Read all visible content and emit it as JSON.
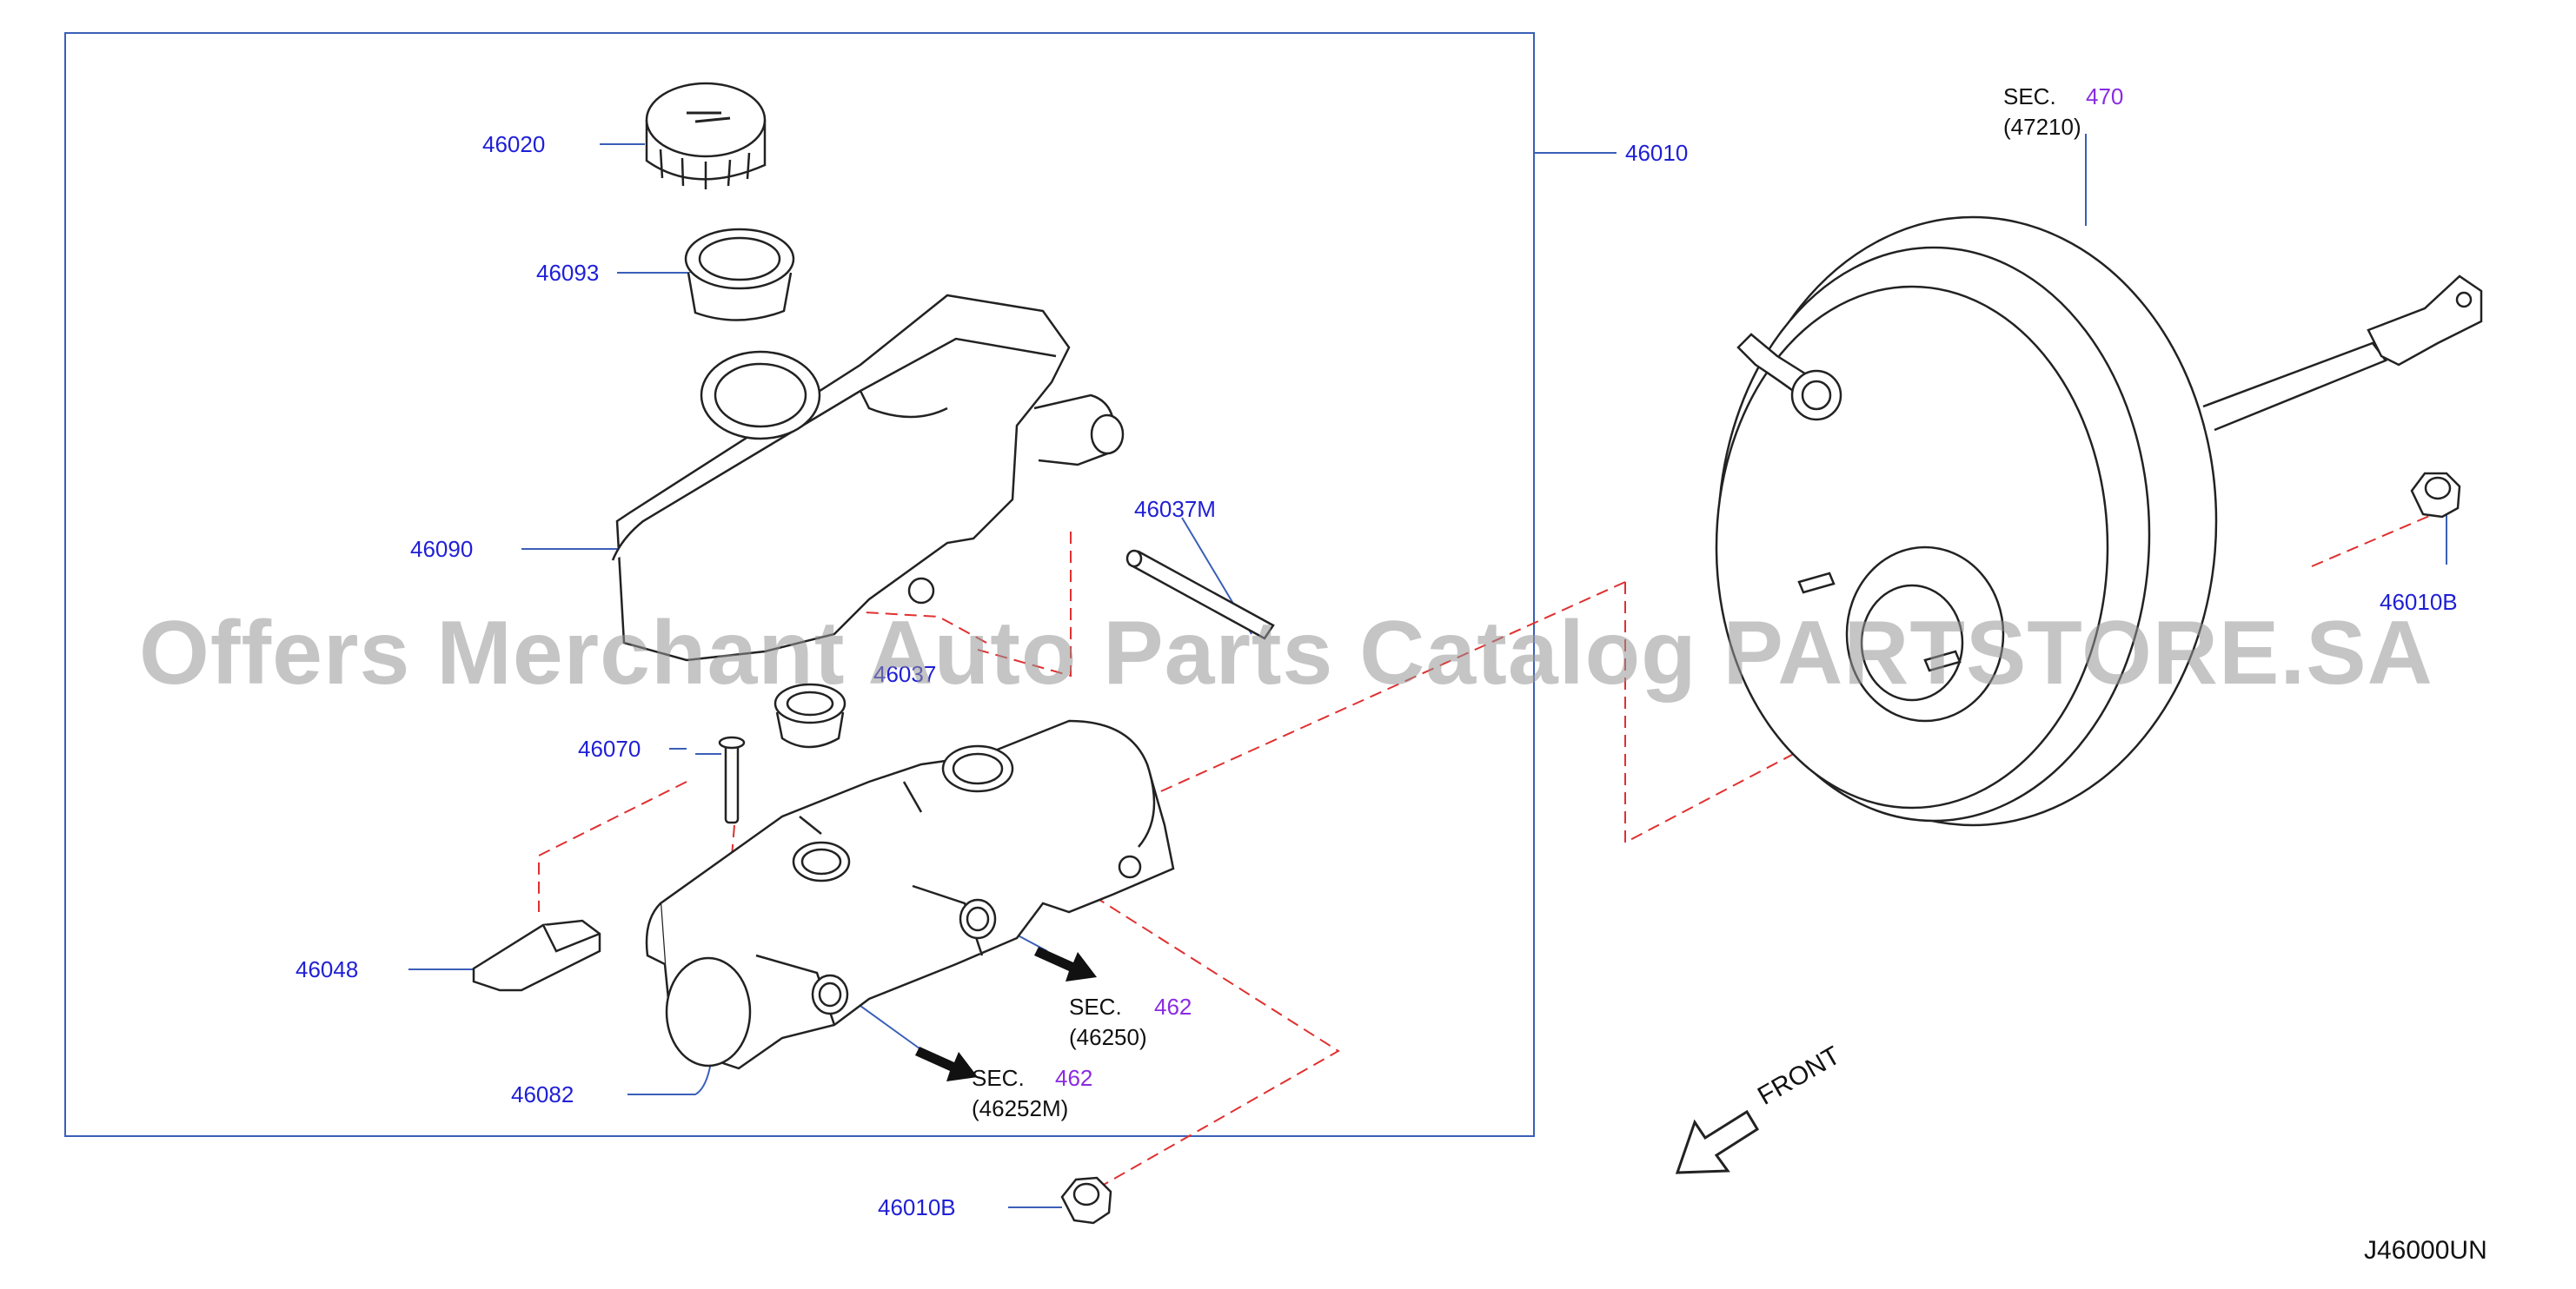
{
  "labels": {
    "p46010": "46010",
    "p46020": "46020",
    "p46093": "46093",
    "p46090": "46090",
    "p46037m": "46037M",
    "p46037": "46037",
    "p46070": "46070",
    "p46048": "46048",
    "p46082": "46082",
    "p46010b_top": "46010B",
    "p46010b_bottom": "46010B"
  },
  "sections": {
    "booster": {
      "sec": "SEC.",
      "num": "470",
      "ref": "(47210)"
    },
    "pipe_upper": {
      "sec": "SEC.",
      "num": "462",
      "ref": "(46250)"
    },
    "pipe_lower": {
      "sec": "SEC.",
      "num": "462",
      "ref": "(46252M)"
    }
  },
  "front_label": "FRONT",
  "diagram_code": "J46000UN",
  "watermark": "Offers Merchant Auto Parts Catalog PARTSTORE.SA",
  "colors": {
    "part_number": "#1f1fd6",
    "section_number": "#8a2be2",
    "frame": "#3a5fb8",
    "dashed": "#e03030",
    "outline": "#222222"
  }
}
